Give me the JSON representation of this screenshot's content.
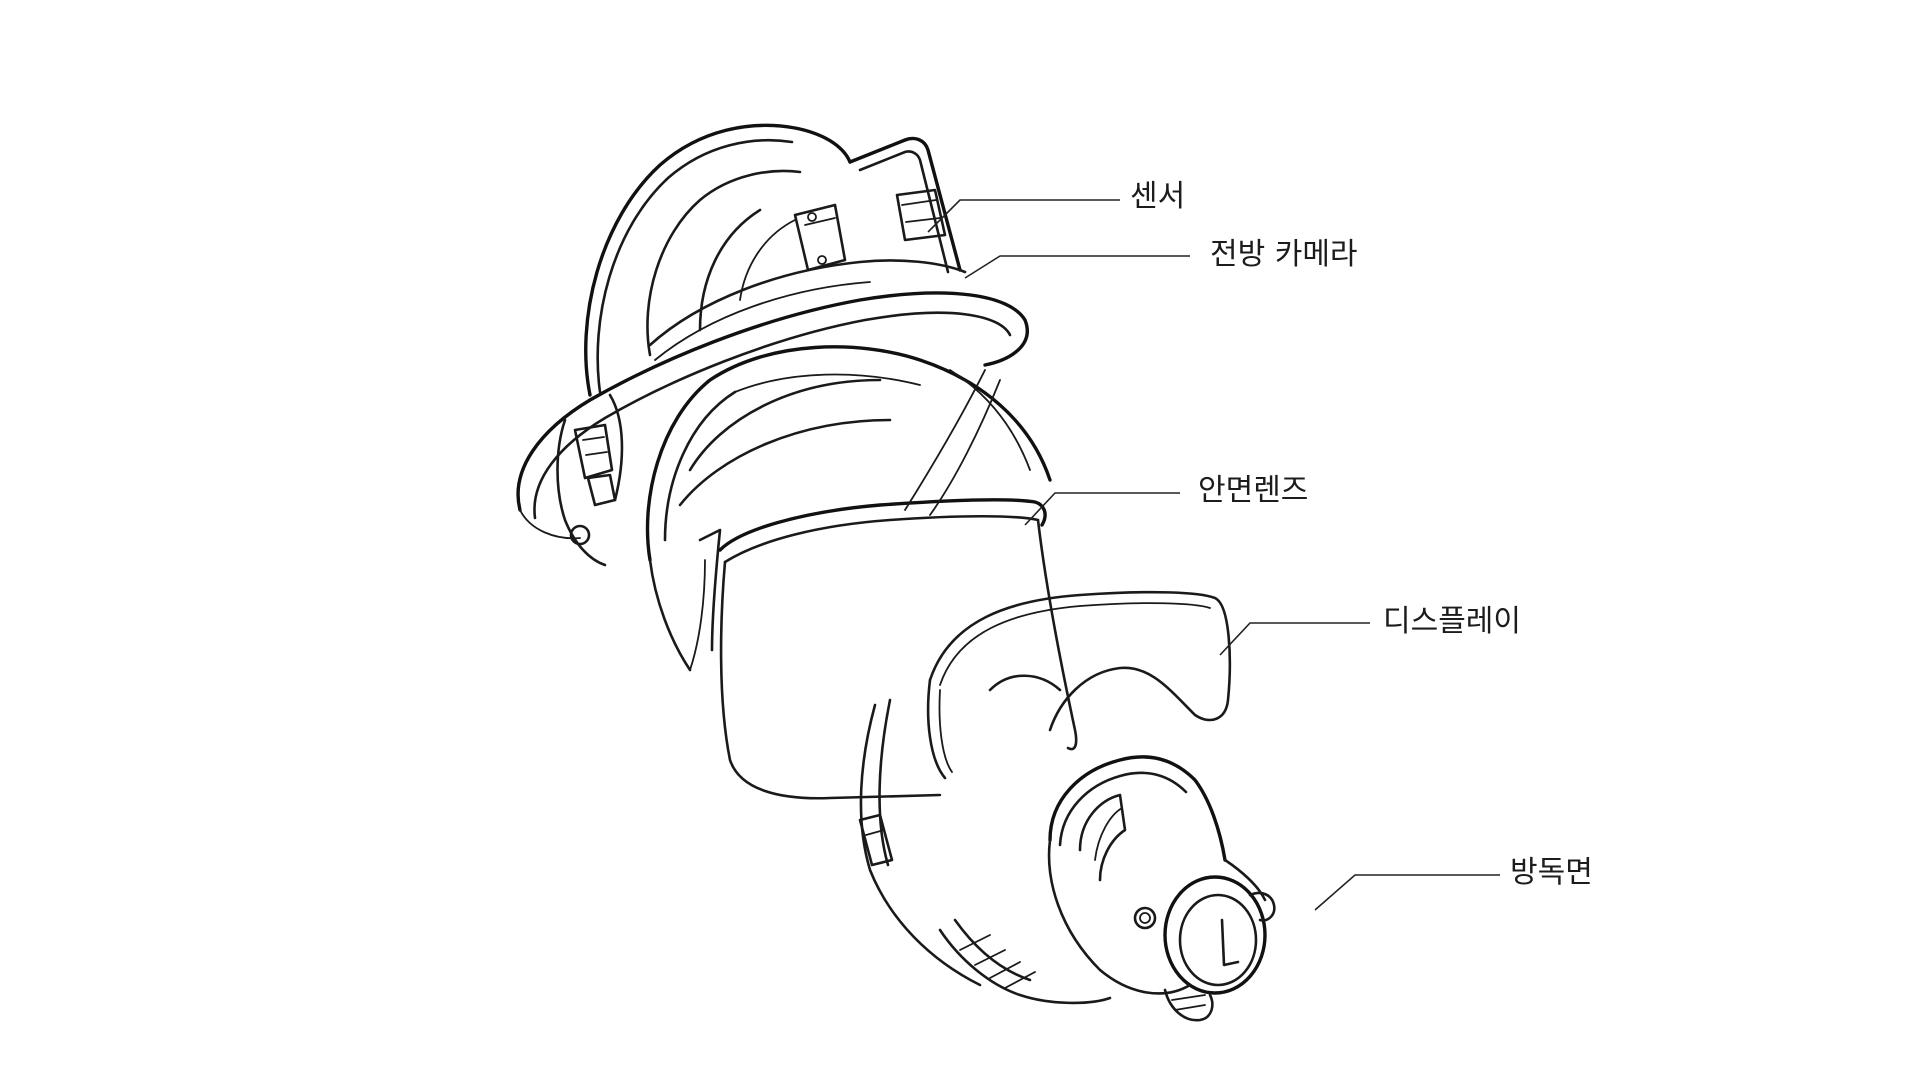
{
  "labels": {
    "sensor": "센서",
    "front_camera": "전방 카메라",
    "face_lens": "안면렌즈",
    "display": "디스플레이",
    "gas_mask": "방독면"
  },
  "colors": {
    "ink": "#1a1a1a",
    "background": "#ffffff"
  }
}
